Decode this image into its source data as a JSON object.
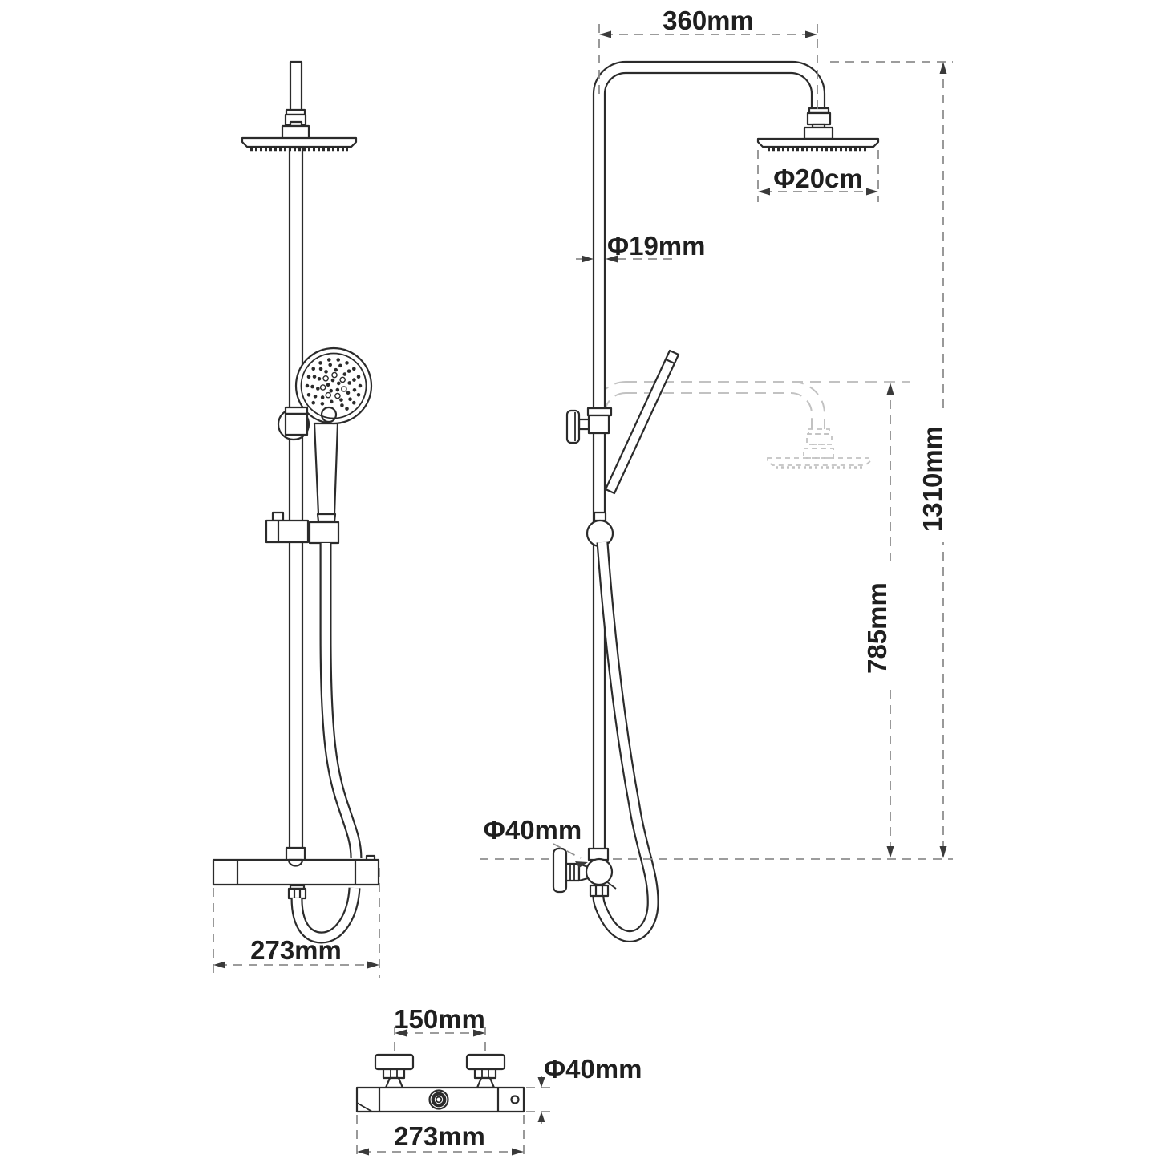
{
  "drawing": {
    "type": "technical-dimension-drawing",
    "subject": "thermostatic shower column (front view, side view, valve plan view)"
  },
  "dims": {
    "side": {
      "arm_width": "360mm",
      "head_diameter": "Φ20cm",
      "pipe_diameter": "Φ19mm",
      "total_height": "1310mm",
      "lower_height": "785mm",
      "valve_diameter": "Φ40mm"
    },
    "front": {
      "valve_width": "273mm"
    },
    "plan": {
      "handle_spacing": "150mm",
      "body_diameter": "Φ40mm",
      "body_width": "273mm"
    }
  },
  "colors": {
    "line": "#2b2b2b",
    "dim": "#8e8e8e",
    "arrow": "#3a3a3a",
    "ghost": "#c2c2c2",
    "text": "#1f1f1f",
    "background": "#ffffff"
  }
}
